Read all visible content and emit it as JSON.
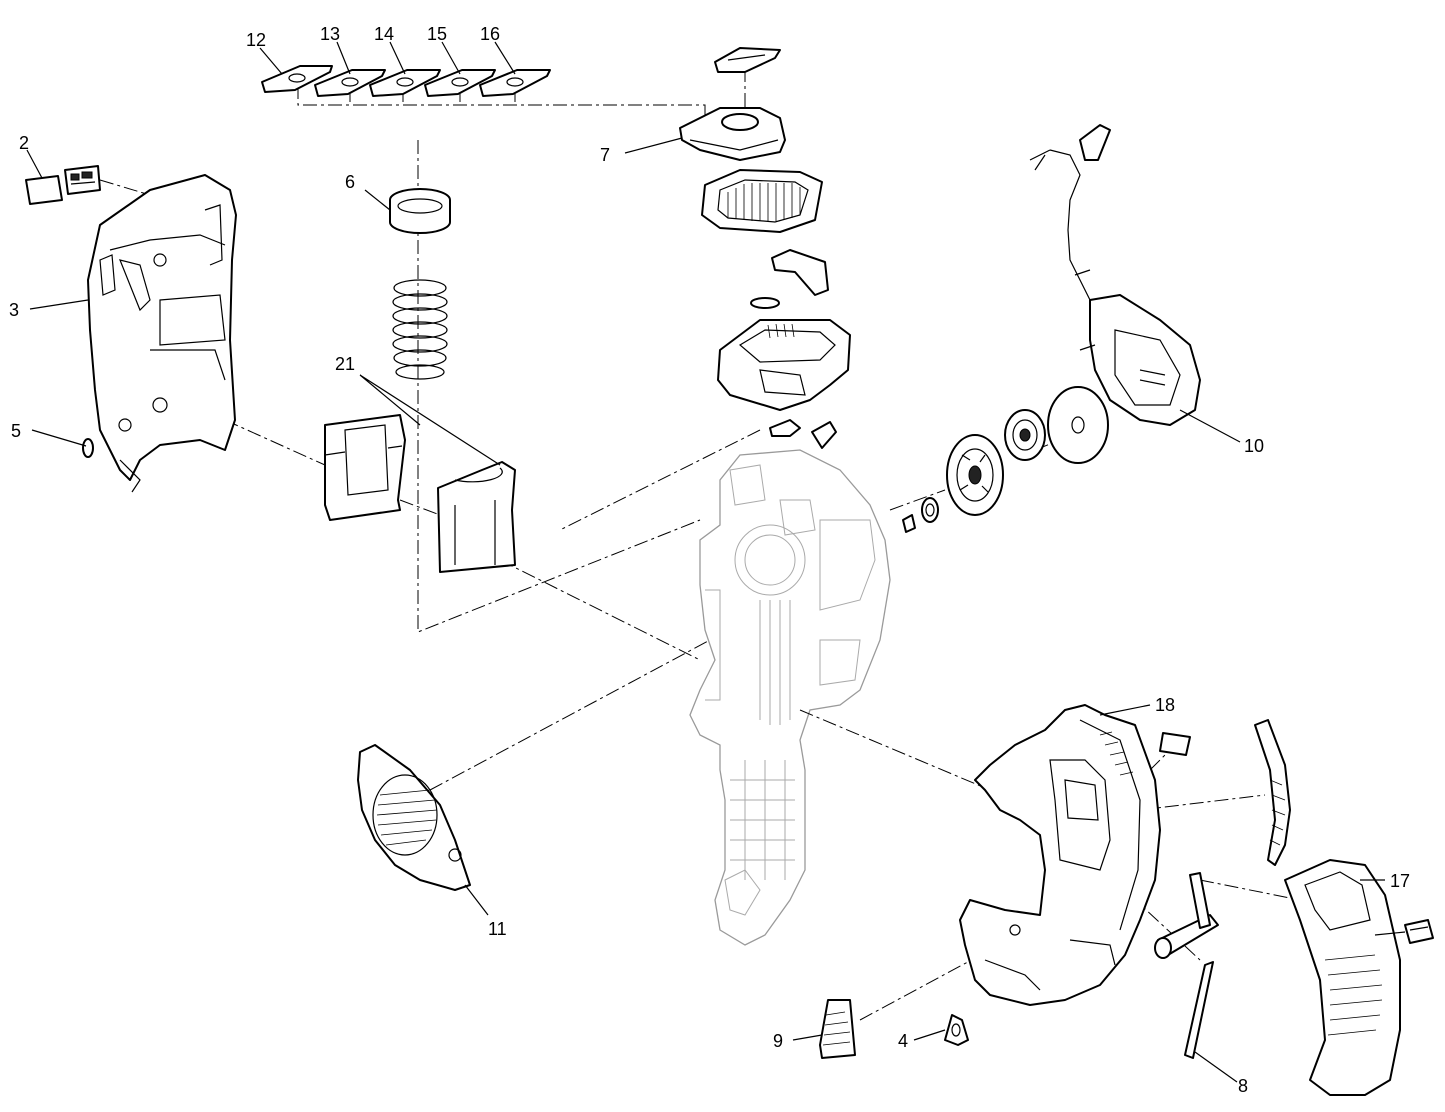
{
  "callouts": {
    "c2": "2",
    "c3": "3",
    "c4": "4",
    "c5": "5",
    "c6": "6",
    "c7": "7",
    "c8": "8",
    "c9": "9",
    "c10": "10",
    "c11": "11",
    "c12": "12",
    "c13": "13",
    "c14": "14",
    "c15": "15",
    "c16": "16",
    "c17": "17",
    "c18": "18",
    "c21": "21"
  }
}
